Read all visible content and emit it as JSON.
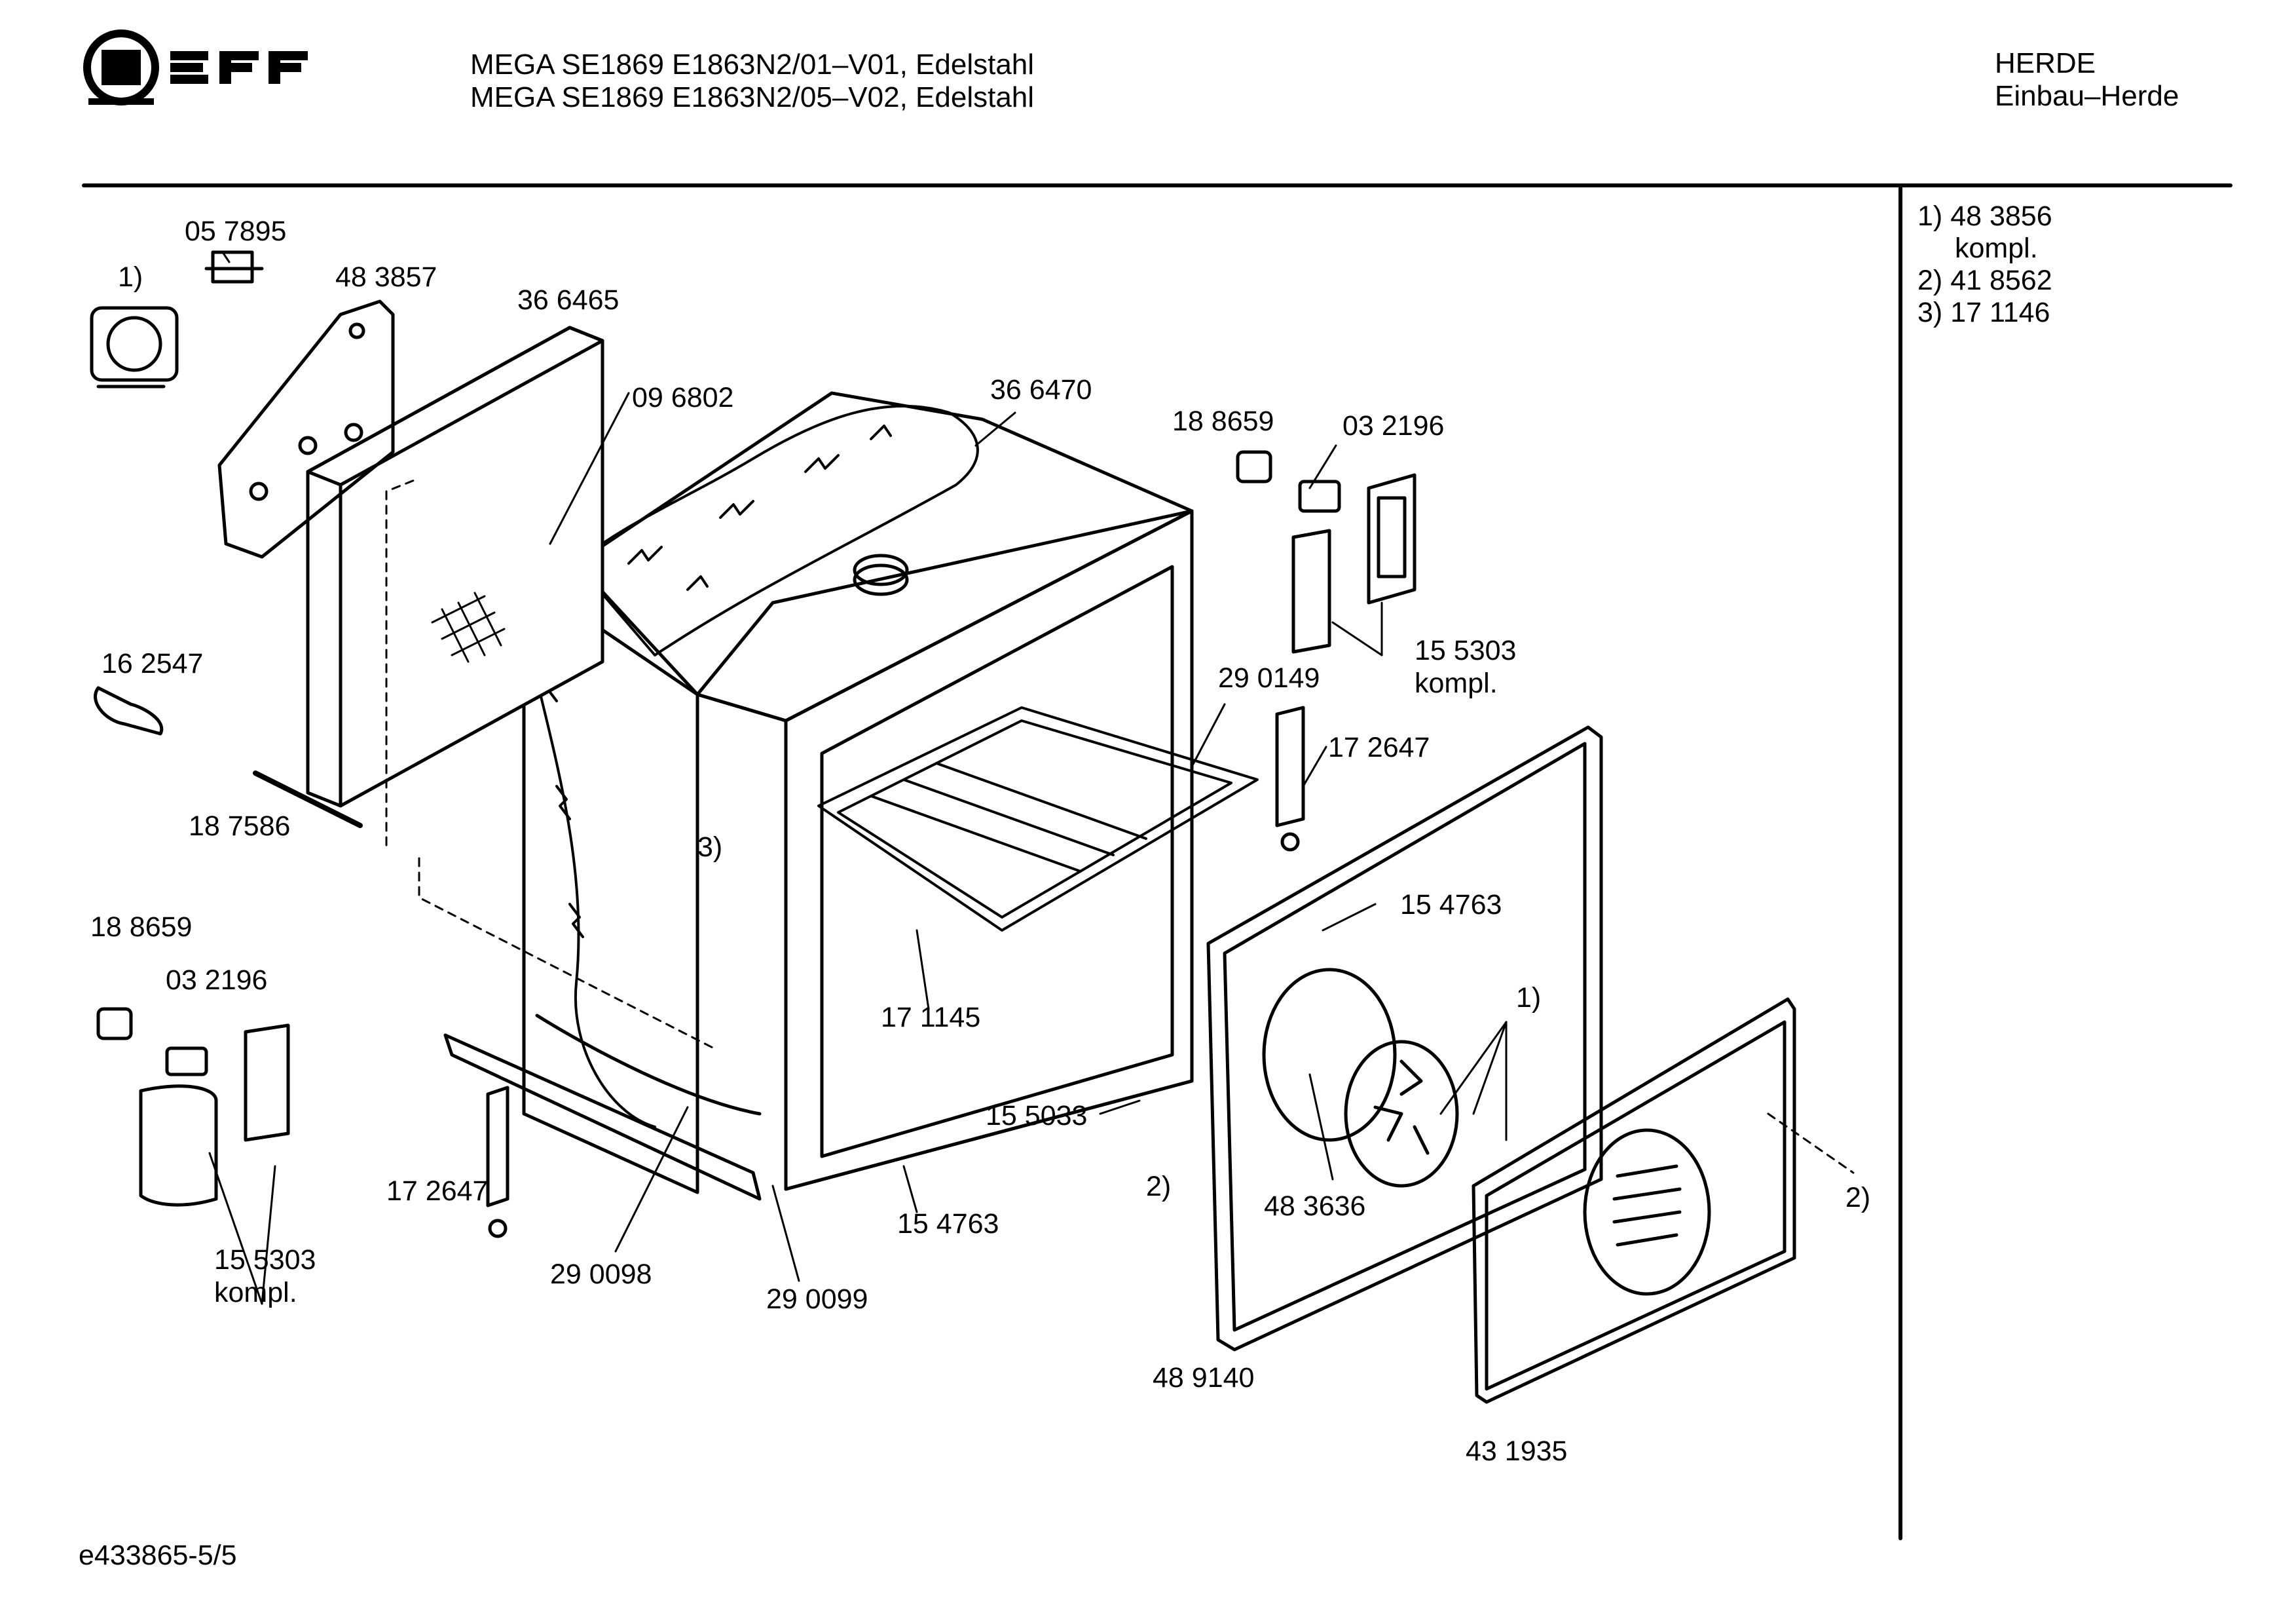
{
  "header": {
    "brand": "NEFF",
    "model_lines": [
      "MEGA SE1869 E1863N2/01–V01, Edelstahl",
      "MEGA SE1869 E1863N2/05–V02, Edelstahl"
    ],
    "category": "HERDE",
    "subcategory": "Einbau–Herde"
  },
  "legend": [
    {
      "ref": "1)",
      "part": "48 3856",
      "note": "kompl."
    },
    {
      "ref": "2)",
      "part": "41 8562",
      "note": ""
    },
    {
      "ref": "3)",
      "part": "17 1146",
      "note": ""
    }
  ],
  "part_labels": {
    "p057895": "05 7895",
    "ref1_top": "1)",
    "p483857": "48 3857",
    "p366465": "36 6465",
    "p096802": "09 6802",
    "p366470": "36 6470",
    "p188659_top": "18 8659",
    "p032196_top": "03 2196",
    "p155303_top": "15 5303",
    "kompl_top": "kompl.",
    "p290149": "29 0149",
    "p172647_right": "17 2647",
    "p162547": "16 2547",
    "p187586": "18 7586",
    "ref3": "3)",
    "p188659_left": "18 8659",
    "p032196_left": "03 2196",
    "p171145": "17 1145",
    "p154763_right": "15 4763",
    "ref1_fan": "1)",
    "p155033": "15 5033",
    "ref2_mid": "2)",
    "p483636": "48 3636",
    "p172647_left": "17 2647",
    "p154763_bottom": "15 4763",
    "p290098": "29 0098",
    "p290099": "29 0099",
    "p155303_left": "15 5303",
    "kompl_left": "kompl.",
    "p489140": "48 9140",
    "p431935": "43 1935",
    "ref2_right": "2)"
  },
  "footer": {
    "doc_id": "e433865-5/5"
  }
}
